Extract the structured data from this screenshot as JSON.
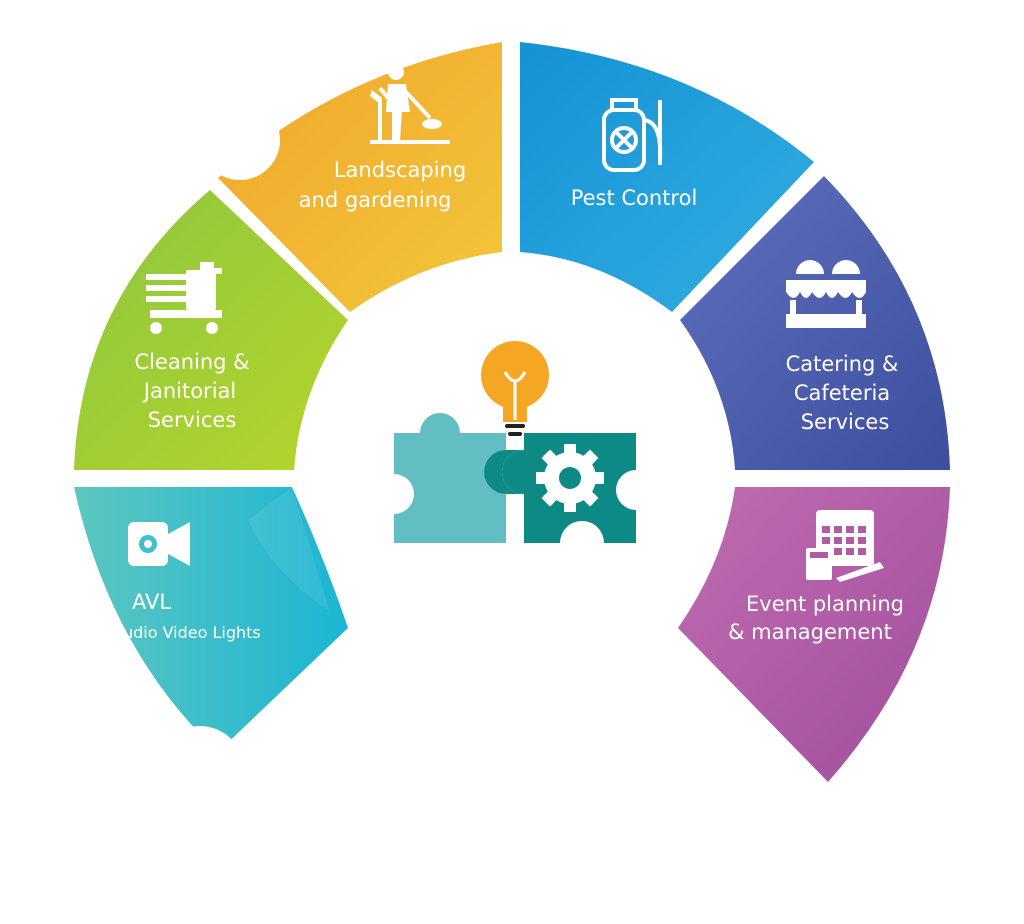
{
  "colors": {
    "avl": "#2bbccd",
    "cleaning": "#9fcf2c",
    "landscaping": "#f1b52a",
    "pest": "#1f9fda",
    "catering": "#4a5fb0",
    "event": "#b25aa6",
    "bulb": "#f5a623",
    "puzzle_left": "#63bec3",
    "puzzle_right": "#0e8a86"
  },
  "segments": [
    {
      "id": "avl",
      "icon": "video-camera-icon",
      "lines": [
        "AVL"
      ],
      "sub": "Audio Video Lights"
    },
    {
      "id": "cleaning",
      "icon": "cleaning-cart-icon",
      "lines": [
        "Cleaning &",
        "Janitorial",
        "Services"
      ]
    },
    {
      "id": "landscaping",
      "icon": "gardener-mower-icon",
      "lines": [
        "Landscaping",
        "and gardening"
      ]
    },
    {
      "id": "pest",
      "icon": "pest-sprayer-icon",
      "lines": [
        "Pest Control"
      ]
    },
    {
      "id": "catering",
      "icon": "catering-stall-icon",
      "lines": [
        "Catering &",
        "Cafeteria",
        "Services"
      ]
    },
    {
      "id": "event",
      "icon": "calendar-planner-icon",
      "lines": [
        "Event planning",
        "& management"
      ]
    }
  ],
  "center": {
    "icon": "puzzle-lightbulb-gear-icon"
  }
}
